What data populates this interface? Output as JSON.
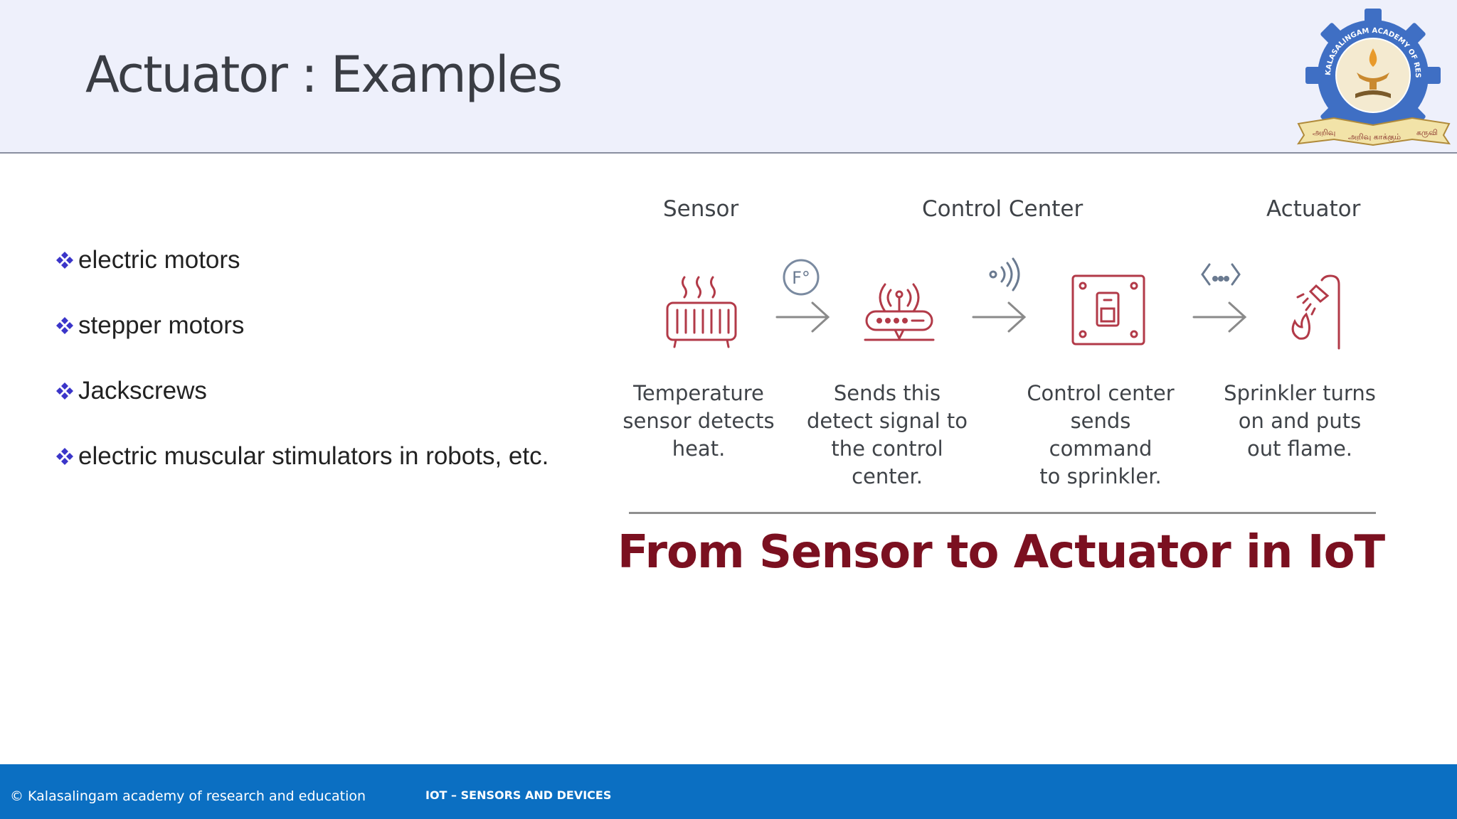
{
  "header": {
    "title": "Actuator : Examples",
    "logo": {
      "ring_text": "KALASALINGAM ACADEMY OF RESEARCH AND EDUCATION",
      "ribbon_left": "அறிவு",
      "ribbon_center": "அறிவு காக்கும்",
      "ribbon_right": "கருவி"
    }
  },
  "bullets": [
    "electric motors",
    "stepper motors",
    "Jackscrews",
    "electric muscular stimulators in robots, etc."
  ],
  "diagram": {
    "headings": {
      "sensor": "Sensor",
      "control_center": "Control Center",
      "actuator": "Actuator"
    },
    "captions": [
      "Temperature\nsensor detects\nheat.",
      "Sends this\ndetect signal to\nthe control\ncenter.",
      "Control center\nsends command\nto sprinkler.",
      "Sprinkler turns\non and puts\nout flame."
    ],
    "badge_fahrenheit": "F°",
    "banner": "From Sensor to Actuator in IoT"
  },
  "footer": {
    "copyright": "© Kalasalingam academy of research and education",
    "course": "IOT – SENSORS AND DEVICES"
  },
  "colors": {
    "icon_red": "#b23a48",
    "bullet_blue": "#3b35c9",
    "footer_blue": "#0b6fc2",
    "banner_red": "#7b1020"
  }
}
